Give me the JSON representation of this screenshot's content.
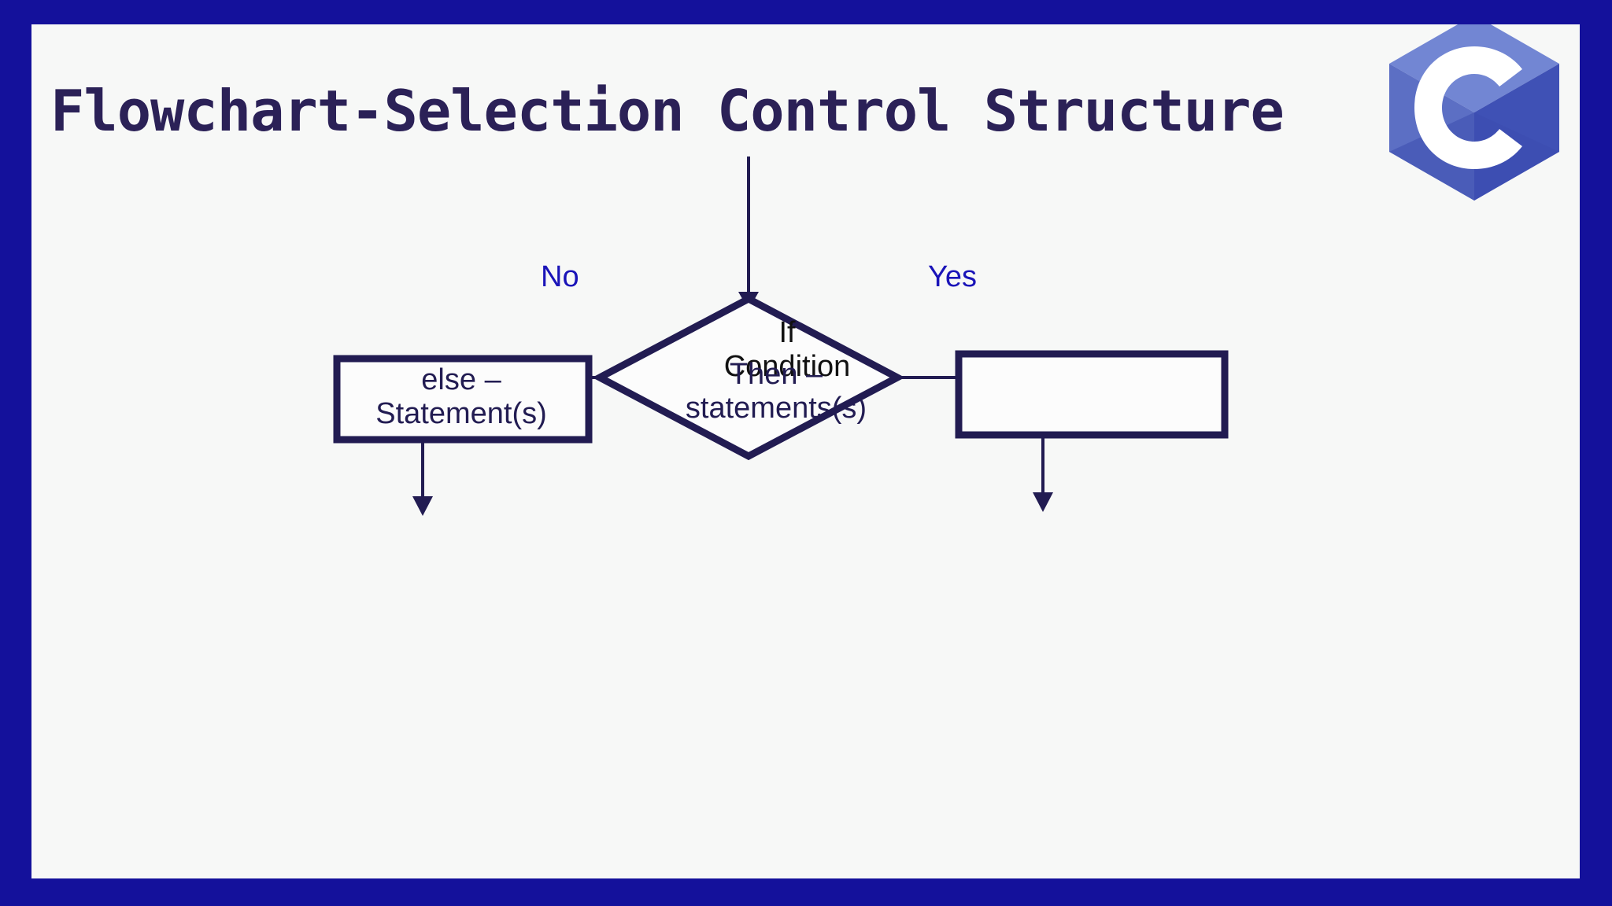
{
  "slide": {
    "title": "Flowchart-Selection Control Structure",
    "frame_color": "#14119B",
    "panel_color": "#F7F8F7",
    "title_color": "#2B2157"
  },
  "logo": {
    "name": "c-language-logo",
    "letter": "C",
    "colors": {
      "top_face": "#7286D3",
      "left_face": "#5C6FC4",
      "right_face": "#3F51B5",
      "bottom_face": "#3949AB",
      "letter": "#FFFFFF"
    }
  },
  "chart_data": {
    "type": "diagram",
    "title": "Flowchart-Selection Control Structure",
    "stroke_color": "#221C52",
    "branch_label_color": "#1A14B8",
    "nodes": [
      {
        "id": "entry",
        "shape": "arrow",
        "label": ""
      },
      {
        "id": "decision",
        "shape": "diamond",
        "label": "If\nCondition",
        "text_color": "#111111"
      },
      {
        "id": "else-branch",
        "shape": "rectangle",
        "label": "else –\nStatement(s)",
        "text_color": "#221C52"
      },
      {
        "id": "then-branch",
        "shape": "rectangle",
        "label": "Then –\nstatements(s)",
        "text_color": "#221C52"
      }
    ],
    "edges": [
      {
        "from": "entry",
        "to": "decision",
        "label": ""
      },
      {
        "from": "decision",
        "to": "else-branch",
        "label": "No"
      },
      {
        "from": "decision",
        "to": "then-branch",
        "label": "Yes"
      }
    ],
    "labels": {
      "no": "No",
      "yes": "Yes",
      "decision_line1": "If",
      "decision_line2": "Condition",
      "else_line1": "else –",
      "else_line2": "Statement(s)",
      "then_line1": "Then –",
      "then_line2": "statements(s)"
    }
  }
}
